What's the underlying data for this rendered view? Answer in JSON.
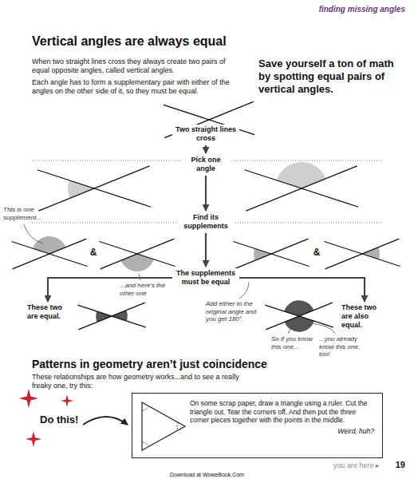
{
  "diagram": {
    "title": "Vertical angles are always equal",
    "nodes": [
      {
        "text": [
          "Two straight lines cross"
        ]
      },
      {
        "text": [
          "Pick one angle"
        ]
      },
      {
        "text": [
          "Find its supplements"
        ]
      },
      {
        "text": [
          "The supplements must be equal"
        ]
      },
      {
        "text": [
          "These two are equal."
        ]
      },
      {
        "text": [
          "These two are also equal."
        ]
      },
      {
        "text": [
          "On some scrap paper, draw a triangle using a ruler. Cut the triangle out. Tear the corners off. And then put the three corner pieces together with the points in the middle.",
          "Weird, huh?"
        ]
      }
    ],
    "edges": [
      {
        "from": 0,
        "to": 1,
        "arrow": "to"
      },
      {
        "from": 1,
        "to": 2,
        "arrow": "to"
      },
      {
        "from": 2,
        "to": 3,
        "arrow": "to"
      },
      {
        "from": 3,
        "to": 4,
        "arrow": "to"
      },
      {
        "from": 3,
        "to": 5,
        "arrow": "to"
      }
    ],
    "labels": [
      "finding missing angles",
      "When two straight lines cross they always create two pairs of equal opposite angles, called vertical angles.",
      "Each angle has to form a supplementary pair with either of the angles on the other side of it, so they must be equal.",
      "Save yourself a ton of math by spotting equal pairs of vertical angles.",
      "This is one supplement...",
      "&",
      "...and here’s the other one",
      "&",
      "Add either to the original angle and you get 180°.",
      "So if you know this one...",
      "...you already know this one, too!",
      "Patterns in geometry aren’t just coincidence",
      "These relationships are how geometry works...and to see a really freaky one, try this:",
      "Do this!",
      "Download at WoweBook.Com",
      "you are here ▸",
      "19"
    ]
  }
}
